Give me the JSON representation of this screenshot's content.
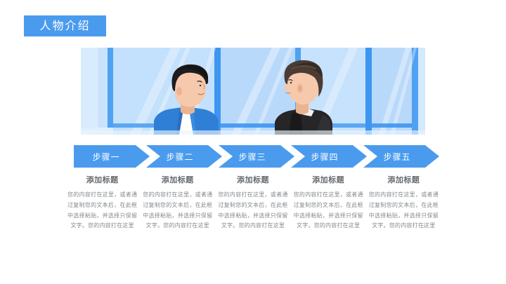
{
  "slide": {
    "title": "人物介绍",
    "accent_color": "#4a9bee",
    "title_text_color": "#ffffff",
    "background_color": "#ffffff"
  },
  "hero": {
    "alt_name": "two-businessmen-facing-each-other-by-office-windows",
    "scene_colors": {
      "glass_light": "#cfe5fc",
      "glass_mid": "#b4d6fb",
      "mullion": "#3d96f0",
      "suit_blue": "#2f7fd6",
      "suit_dark": "#262628",
      "skin": "#f6c9ad",
      "hair": "#1d1d1f",
      "shirt_white": "#ffffff"
    }
  },
  "steps": [
    {
      "label": "步骤一"
    },
    {
      "label": "步骤二"
    },
    {
      "label": "步骤三"
    },
    {
      "label": "步骤四"
    },
    {
      "label": "步骤五"
    }
  ],
  "columns": [
    {
      "title": "添加标题",
      "body": "您的内容打在这里，或者通过复制您的文本后，在此框中选择粘贴，并选择只保留文字。您的内容打在这里"
    },
    {
      "title": "添加标题",
      "body": "您的内容打在这里，或者通过复制您的文本后，在此框中选择粘贴，并选择只保留文字。您的内容打在这里"
    },
    {
      "title": "添加标题",
      "body": "您的内容打在这里，或者通过复制您的文本后，在此框中选择粘贴，并选择只保留文字。您的内容打在这里"
    },
    {
      "title": "添加标题",
      "body": "您的内容打在这里，或者通过复制您的文本后，在此框中选择粘贴，并选择只保留文字。您的内容打在这里"
    },
    {
      "title": "添加标题",
      "body": "您的内容打在这里，或者通过复制您的文本后，在此框中选择粘贴，并选择只保留文字。您的内容打在这里"
    }
  ]
}
